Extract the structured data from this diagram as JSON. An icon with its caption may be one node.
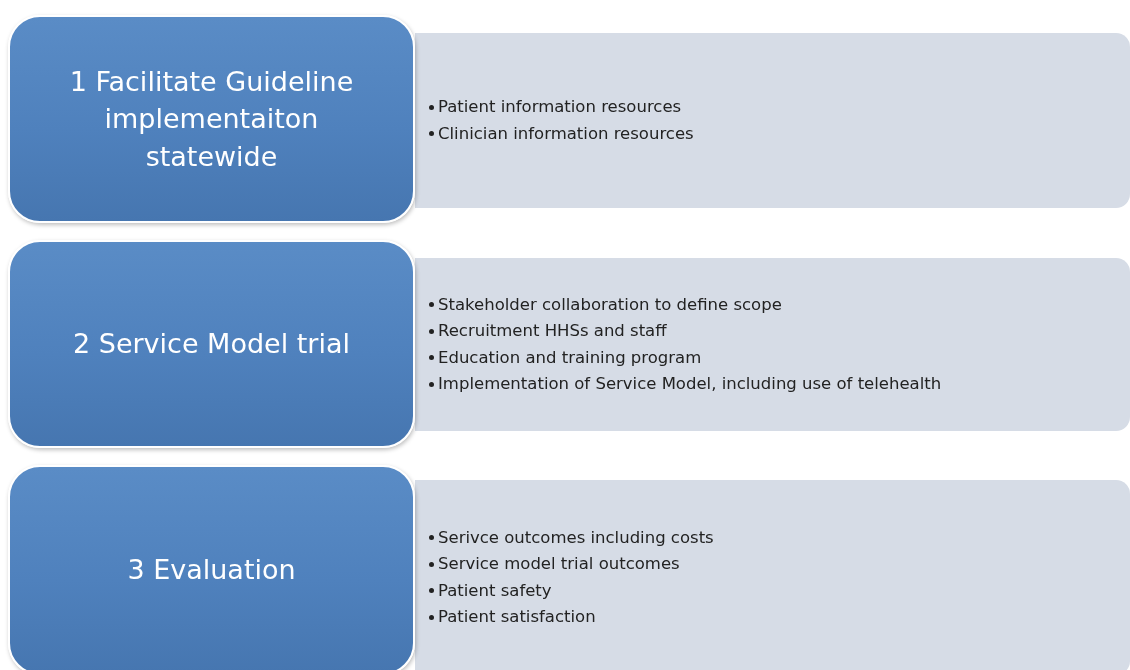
{
  "diagram": {
    "nodes": [
      {
        "text": [
          "1 Facilitate Guideline implementaiton statewide"
        ]
      },
      {
        "text": [
          "Patient information resources",
          "Clinician information resources"
        ]
      },
      {
        "text": [
          "2 Service Model trial"
        ]
      },
      {
        "text": [
          "Stakeholder collaboration to define scope",
          "Recruitment HHSs and staff",
          "Education and training program",
          "Implementation of Service Model, including use of telehealth"
        ]
      },
      {
        "text": [
          "3 Evaluation"
        ]
      },
      {
        "text": [
          "Serivce outcomes including costs",
          "Service model trial outcomes",
          "Patient safety",
          "Patient satisfaction"
        ]
      }
    ]
  }
}
